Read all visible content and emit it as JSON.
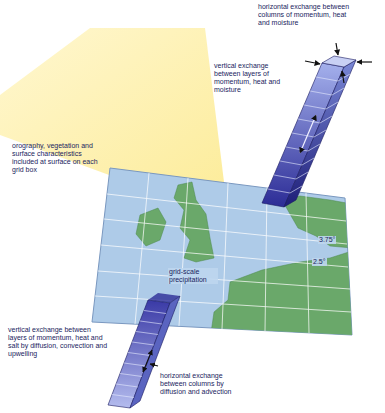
{
  "diagram": {
    "labels": [
      "horizontal exchange between columns of momentum, heat and moisture",
      "vertical exchange between layers of momentum, heat and moisture",
      "orography, vegetation and surface characteristics included at surface on each grid box",
      "grid-scale precipitation",
      "3.75°",
      "2.5°",
      "vertical exchange between layers of momentum, heat and salt by diffusion, convection and upwelling",
      "horizontal exchange between columns by diffusion and advection"
    ]
  }
}
